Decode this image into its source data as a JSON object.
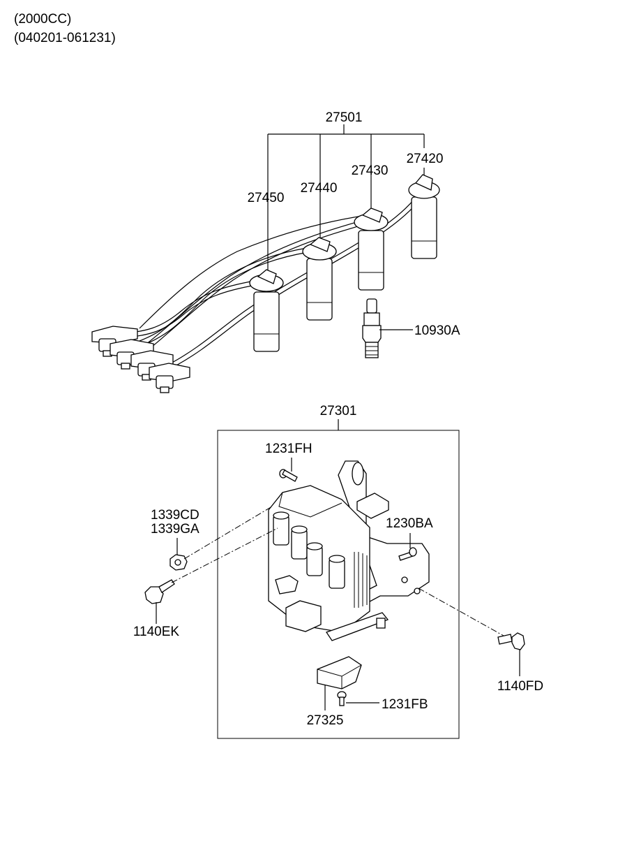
{
  "header": {
    "engine": "(2000CC)",
    "date_range": "(040201-061231)"
  },
  "parts": {
    "wire_set": "27501",
    "cable_4": "27450",
    "cable_3": "27440",
    "cable_2": "27430",
    "cable_1": "27420",
    "spark_plug": "10930A",
    "coil_assy": "27301",
    "screw_top": "1231FH",
    "nut_a": "1339CD",
    "nut_b": "1339GA",
    "bolt_left": "1140EK",
    "bolt_mid": "1230BA",
    "bolt_right": "1140FD",
    "screw_bottom": "1231FB",
    "condenser": "27325"
  }
}
